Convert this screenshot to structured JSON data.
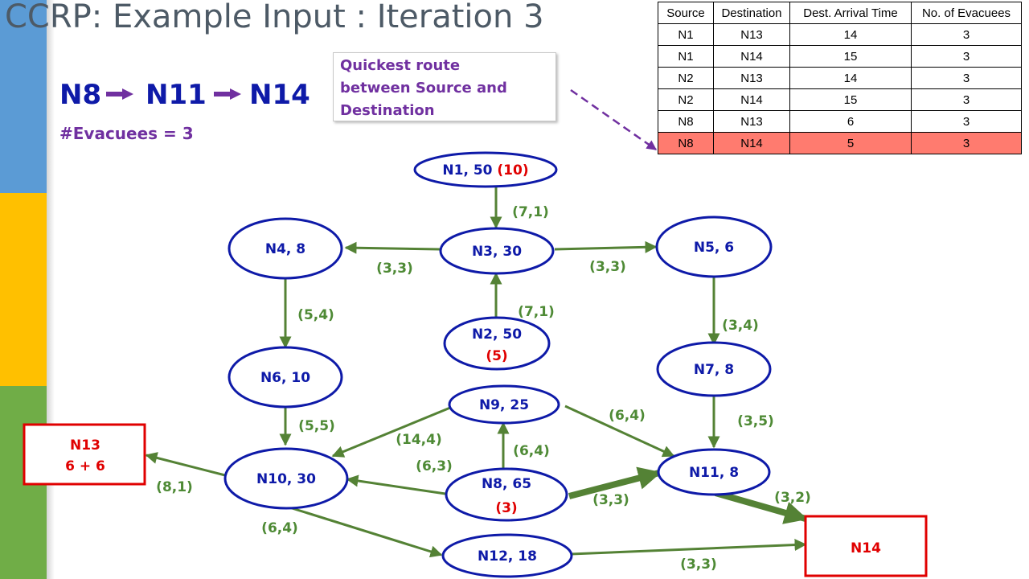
{
  "title": "CCRP: Example Input : Iteration 3",
  "route": {
    "path": [
      "N8",
      "N11",
      "N14"
    ],
    "evacuees": "#Evacuees = 3"
  },
  "callout": {
    "line1": "Quickest route",
    "line2": "between Source and",
    "line3": "Destination"
  },
  "table": {
    "headers": [
      "Source",
      "Destination",
      "Dest. Arrival Time",
      "No. of Evacuees"
    ],
    "rows": [
      [
        "N1",
        "N13",
        "14",
        "3"
      ],
      [
        "N1",
        "N14",
        "15",
        "3"
      ],
      [
        "N2",
        "N13",
        "14",
        "3"
      ],
      [
        "N2",
        "N14",
        "15",
        "3"
      ],
      [
        "N8",
        "N13",
        "6",
        "3"
      ],
      [
        "N8",
        "N14",
        "5",
        "3"
      ]
    ],
    "highlighted_row": 5
  },
  "nodes": {
    "n1": {
      "label": "N1, 50 ",
      "extra": "(10)"
    },
    "n2": {
      "label": "N2, 50",
      "extra": "(5)"
    },
    "n3": {
      "label": "N3, 30"
    },
    "n4": {
      "label": "N4, 8"
    },
    "n5": {
      "label": "N5, 6"
    },
    "n6": {
      "label": "N6, 10"
    },
    "n7": {
      "label": "N7, 8"
    },
    "n8": {
      "label": "N8, 65",
      "extra": "(3)"
    },
    "n9": {
      "label": "N9, 25"
    },
    "n10": {
      "label": "N10, 30"
    },
    "n11": {
      "label": "N11, 8"
    },
    "n12": {
      "label": "N12, 18"
    },
    "n13": {
      "label": "N13",
      "extra": "6 + 6"
    },
    "n14": {
      "label": "N14"
    }
  },
  "edges": {
    "n1_n3": "(7,1)",
    "n3_n4": "(3,3)",
    "n3_n5": "(3,3)",
    "n2_n3": "(7,1)",
    "n4_n6": "(5,4)",
    "n5_n7": "(3,4)",
    "n6_n10": "(5,5)",
    "n7_n11": "(3,5)",
    "n9_n10": "(14,4)",
    "n9_n11": "(6,4)",
    "n8_n9": "(6,4)",
    "n8_n10": "(6,3)",
    "n8_n11": "(3,3)",
    "n10_n13": "(8,1)",
    "n10_n12": "(6,4)",
    "n11_n14": "(3,2)",
    "n12_n14": "(3,3)"
  },
  "colors": {
    "node_stroke": "#0e1aa8",
    "edge": "#548235",
    "route_highlight": "#ff7b6f",
    "callout_text": "#7030a0",
    "destination_box": "#e00000"
  }
}
